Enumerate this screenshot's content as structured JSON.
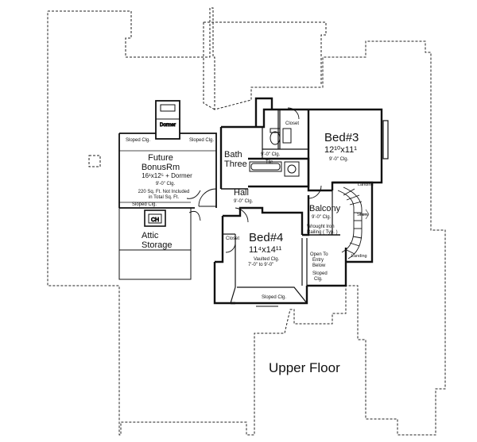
{
  "plan": {
    "caption": "Upper Floor",
    "rooms": {
      "bed3": {
        "name": "Bed#3",
        "size": "12¹⁰x11¹",
        "ceiling": "9'-0\" Clg."
      },
      "bed4": {
        "name": "Bed#4",
        "size": "11⁴x14¹¹",
        "ceiling": "Vaulted Clg.",
        "ceiling2": "7'-0\" to 9'-0\""
      },
      "bonus": {
        "name1": "Future",
        "name2": "BonusRm",
        "size": "16¹x12⁵ + Dormer",
        "ceiling": "9'-0\" Clg.",
        "note1": "220 Sq. Ft. Not Included",
        "note2": "in Total Sq. Ft."
      },
      "bath": {
        "name1": "Bath",
        "name2": "Three",
        "ceiling": "9'-0\" Clg.",
        "tile": "Tile"
      },
      "hall": {
        "name": "Hall",
        "ceiling": "9'-0\" Clg."
      },
      "balcony": {
        "name": "Balcony",
        "ceiling": "9'-0\" Clg.",
        "railing1": "Wrought Iron",
        "railing2": "Railing ( Typ. )"
      },
      "attic": {
        "name1": "Attic",
        "name2": "Storage"
      }
    },
    "notes": {
      "dormer": "Dormer",
      "sloped_clg": "Sloped Clg.",
      "closet": "Closet",
      "ch": "CH",
      "landing": "Landing",
      "stairs": "Stairs",
      "open_to": "Open To",
      "entry": "Entry",
      "below": "Below",
      "sloped": "Sloped",
      "clg": "Clg."
    }
  }
}
